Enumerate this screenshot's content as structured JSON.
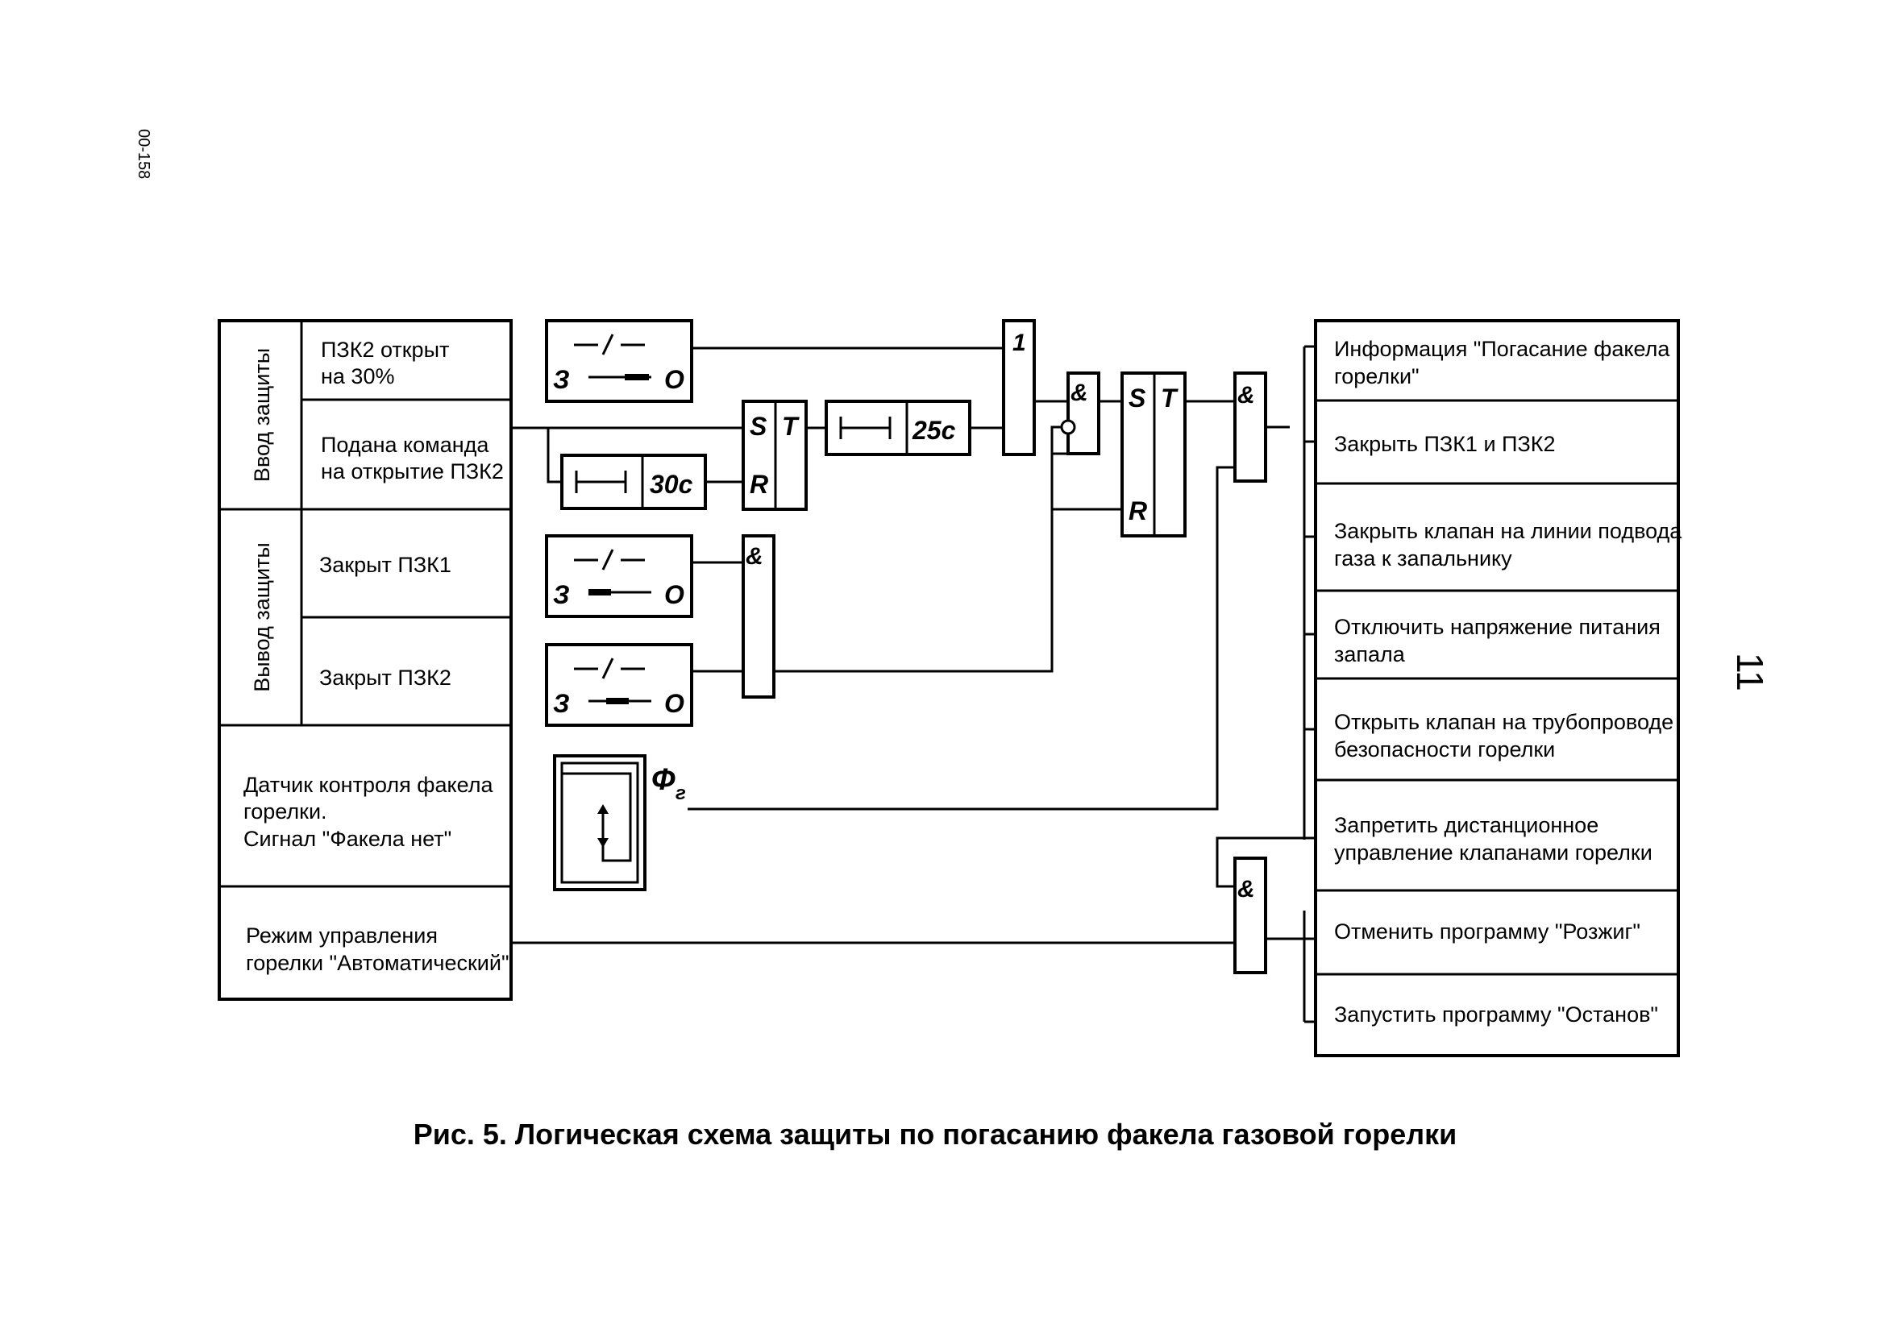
{
  "doc": {
    "side_code": "00-158",
    "page_number": "11",
    "caption": "Рис. 5. Логическая схема защиты по погасанию факела газовой горелки"
  },
  "left": {
    "group_enable": "Ввод защиты",
    "group_disable": "Вывод защиты",
    "inputs": [
      [
        "ПЗК2 открыт",
        "на 30%"
      ],
      [
        "Подана команда",
        "на открытие ПЗК2"
      ],
      [
        "Закрыт ПЗК1"
      ],
      [
        "Закрыт ПЗК2"
      ],
      [
        "Датчик контроля факела",
        "горелки.",
        "Сигнал \"Факела нет\""
      ],
      [
        "Режим управления",
        "горелки \"Автоматический\""
      ]
    ]
  },
  "right": {
    "outputs": [
      [
        "Информация \"Погасание факела",
        "горелки\""
      ],
      [
        "Закрыть ПЗК1 и ПЗК2"
      ],
      [
        "Закрыть клапан на линии подвода",
        "газа к запальнику"
      ],
      [
        "Отключить напряжение питания",
        "запала"
      ],
      [
        "Открыть клапан на трубопроводе",
        "безопасности горелки"
      ],
      [
        "Запретить дистанционное",
        "управление клапанами горелки"
      ],
      [
        "Отменить программу \"Розжиг\""
      ],
      [
        "Запустить программу \"Останов\""
      ]
    ]
  },
  "logic": {
    "switch_closed": "З",
    "switch_open": "О",
    "or_label": "1",
    "and_label": "&",
    "set_label": "S",
    "reset_label": "R",
    "trigger_label": "T",
    "delay1": "30с",
    "delay2": "25с",
    "flame_symbol": "Ф",
    "flame_subscript": "г"
  }
}
